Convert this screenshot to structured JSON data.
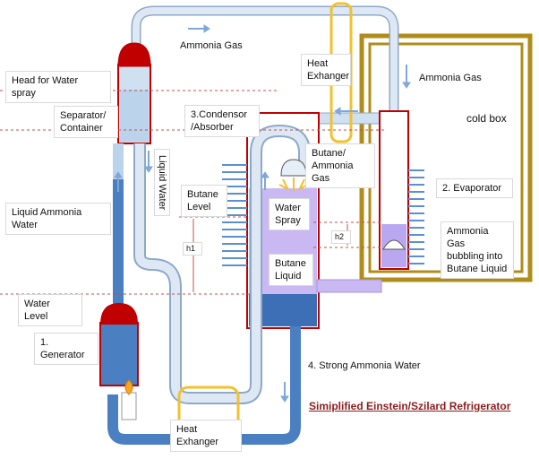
{
  "title": "Simiplified Einstein/Szilard Refrigerator",
  "labels": {
    "head_spray": "Head for Water spray",
    "separator": "Separator/\nContainer",
    "liquid_ammonia_water": "Liquid Ammonia Water",
    "water_level": "Water Level",
    "generator": "1. Generator",
    "liquid_water": "Liquid Water",
    "ammonia_gas_top": "Ammonia Gas",
    "heat_exchanger_top": "Heat\nExhanger",
    "condensor": "3.Condensor\n/Absorber",
    "butane_ammonia_gas": "Butane/\nAmmonia Gas",
    "butane_level": "Butane\nLevel",
    "water_spray": "Water\nSpray",
    "butane_liquid": "Butane\nLiquid",
    "h1": "h1",
    "h2": "h2",
    "ammonia_gas_right": "Ammonia Gas",
    "cold_box": "cold box",
    "evaporator": "2. Evaporator",
    "bubbling": "Ammonia Gas\nbubbling into\nButane Liquid",
    "strong_ammonia_water": "4. Strong Ammonia Water",
    "heat_exchanger_bottom": "Heat Exhanger"
  },
  "colors": {
    "pipe_light": "#cfe0f1",
    "pipe_dark": "#4a7fc1",
    "vessel_red": "#c00000",
    "heat_exchanger": "#f2c12e",
    "cold_box": "#b08c1a",
    "condensor_fill": "#c9b8f2",
    "title_color": "#8b1d1d"
  }
}
